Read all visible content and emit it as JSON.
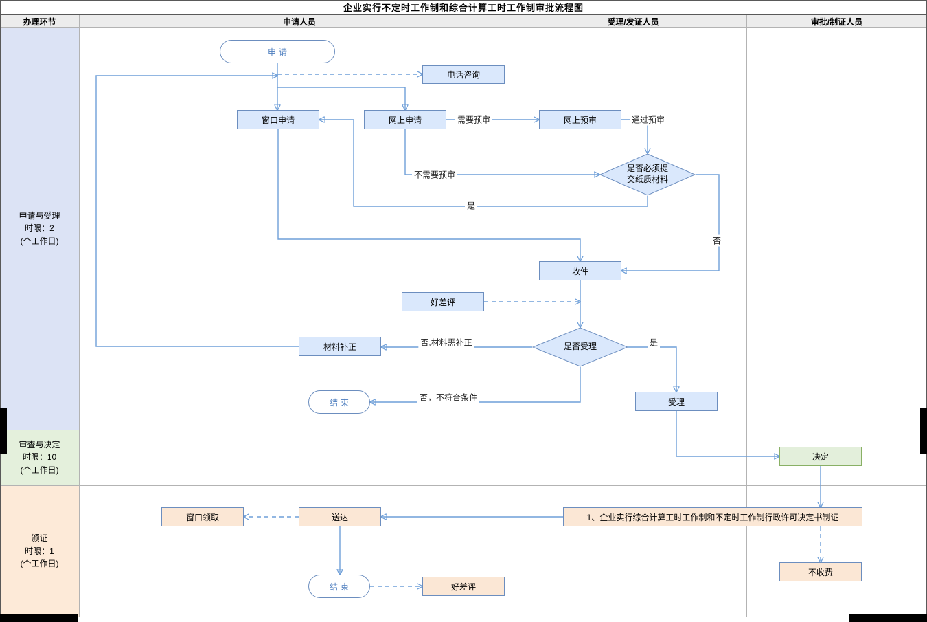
{
  "title": "企业实行不定时工作制和综合计算工时工作制审批流程图",
  "columns": {
    "c0": "办理环节",
    "c1": "申请人员",
    "c2": "受理/发证人员",
    "c3": "审批/制证人员"
  },
  "lanes": {
    "lane1": "申请与受理\n时限：2\n(个工作日)",
    "lane2": "审查与决定\n时限：10\n(个工作日)",
    "lane3": "颁证\n时限：1\n(个工作日)"
  },
  "nodes": {
    "apply_start": "申请",
    "phone_consult": "电话咨询",
    "window_apply": "窗口申请",
    "online_apply": "网上申请",
    "online_preview": "网上预审",
    "paper_required": "是否必须提交纸质材料",
    "receive": "收件",
    "rating_top": "好差评",
    "is_accept": "是否受理",
    "material_fix": "材料补正",
    "accept": "受理",
    "end_top": "结束",
    "decide": "决定",
    "window_pickup": "窗口领取",
    "deliver": "送达",
    "cert_make": "1、企业实行综合计算工时工作制和不定时工作制行政许可决定书制证",
    "no_fee": "不收费",
    "end_bottom": "结束",
    "rating_bottom": "好差评"
  },
  "edge_labels": {
    "need_preview": "需要预审",
    "pass_preview": "通过预审",
    "no_need_preview": "不需要预审",
    "yes_paper": "是",
    "no_paper": "否",
    "no_need_fix": "否,材料需补正",
    "yes_accept": "是",
    "no_reject": "否，不符合条件"
  },
  "colors": {
    "node_blue_fill": "#dae8fc",
    "node_blue_stroke": "#6c8ebf",
    "node_green_fill": "#e3efdb",
    "node_orange_fill": "#fbe7d5",
    "lane_apply_bg": "#dce3f5",
    "lane_review_bg": "#e4f0dc",
    "lane_issue_bg": "#fdead8",
    "connector": "#6f9fd8",
    "header_bg": "#ececec"
  }
}
